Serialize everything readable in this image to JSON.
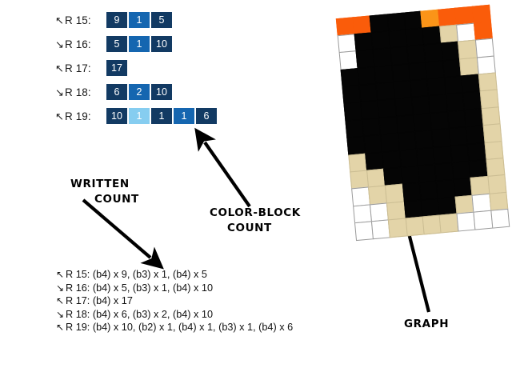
{
  "rows": [
    {
      "arrow": "↖",
      "label": "R 15:",
      "blocks": [
        {
          "v": "9",
          "c": "b4"
        },
        {
          "v": "1",
          "c": "b3"
        },
        {
          "v": "5",
          "c": "b4"
        }
      ]
    },
    {
      "arrow": "↘",
      "label": "R 16:",
      "blocks": [
        {
          "v": "5",
          "c": "b4"
        },
        {
          "v": "1",
          "c": "b3"
        },
        {
          "v": "10",
          "c": "b4"
        }
      ]
    },
    {
      "arrow": "↖",
      "label": "R 17:",
      "blocks": [
        {
          "v": "17",
          "c": "b4"
        }
      ]
    },
    {
      "arrow": "↘",
      "label": "R 18:",
      "blocks": [
        {
          "v": "6",
          "c": "b4"
        },
        {
          "v": "2",
          "c": "b3"
        },
        {
          "v": "10",
          "c": "b4"
        }
      ]
    },
    {
      "arrow": "↖",
      "label": "R 19:",
      "blocks": [
        {
          "v": "10",
          "c": "b4"
        },
        {
          "v": "1",
          "c": "b2"
        },
        {
          "v": "1",
          "c": "b4"
        },
        {
          "v": "1",
          "c": "b3"
        },
        {
          "v": "6",
          "c": "b4"
        }
      ]
    }
  ],
  "annotations": {
    "written_count_line1": "WRITTEN",
    "written_count_line2": "COUNT",
    "color_block_count_line1": "COLOR-BLOCK",
    "color_block_count_line2": "COUNT",
    "graph": "GRAPH"
  },
  "written_list": [
    {
      "arrow": "↖",
      "text": "R 15: (b4) x 9, (b3) x 1, (b4) x 5"
    },
    {
      "arrow": "↘",
      "text": "R 16: (b4) x 5, (b3) x 1, (b4) x 10"
    },
    {
      "arrow": "↖",
      "text": "R 17: (b4) x 17"
    },
    {
      "arrow": "↘",
      "text": "R 18: (b4) x 6, (b3) x 2, (b4) x 10"
    },
    {
      "arrow": "↖",
      "text": "R 19: (b4) x 10, (b2) x 1, (b4) x 1, (b3) x 1, (b4) x 6"
    }
  ],
  "colors": {
    "b4": "#123a63",
    "b3": "#1566b0",
    "b2": "#86cdf0",
    "graph_black": "#050505",
    "graph_tan": "#e3d4a8",
    "graph_orange": "#fa5c0a",
    "graph_amber": "#fb9418",
    "graph_white": "#ffffff",
    "text": "#111111"
  },
  "graph": {
    "legend": {
      "k": "black",
      "w": "white",
      "t": "tan",
      "o": "orange",
      "a": "amber"
    },
    "rotation_deg": -5.2,
    "grid": [
      [
        "o",
        "o",
        "k",
        "k",
        "k",
        "a",
        "o",
        "o",
        "o"
      ],
      [
        "w",
        "k",
        "k",
        "k",
        "k",
        "k",
        "t",
        "w",
        "o"
      ],
      [
        "w",
        "k",
        "k",
        "k",
        "k",
        "k",
        "k",
        "t",
        "w"
      ],
      [
        "k",
        "k",
        "k",
        "k",
        "k",
        "k",
        "k",
        "t",
        "w"
      ],
      [
        "k",
        "k",
        "k",
        "k",
        "k",
        "k",
        "k",
        "k",
        "t"
      ],
      [
        "k",
        "k",
        "k",
        "k",
        "k",
        "k",
        "k",
        "k",
        "t"
      ],
      [
        "k",
        "k",
        "k",
        "k",
        "k",
        "k",
        "k",
        "k",
        "t"
      ],
      [
        "k",
        "k",
        "k",
        "k",
        "k",
        "k",
        "k",
        "k",
        "t"
      ],
      [
        "t",
        "k",
        "k",
        "k",
        "k",
        "k",
        "k",
        "k",
        "t"
      ],
      [
        "t",
        "t",
        "k",
        "k",
        "k",
        "k",
        "k",
        "k",
        "t"
      ],
      [
        "w",
        "t",
        "t",
        "k",
        "k",
        "k",
        "k",
        "t",
        "t"
      ],
      [
        "w",
        "w",
        "t",
        "k",
        "k",
        "k",
        "t",
        "w",
        "t"
      ],
      [
        "w",
        "w",
        "t",
        "t",
        "t",
        "t",
        "w",
        "w",
        "w"
      ]
    ]
  }
}
